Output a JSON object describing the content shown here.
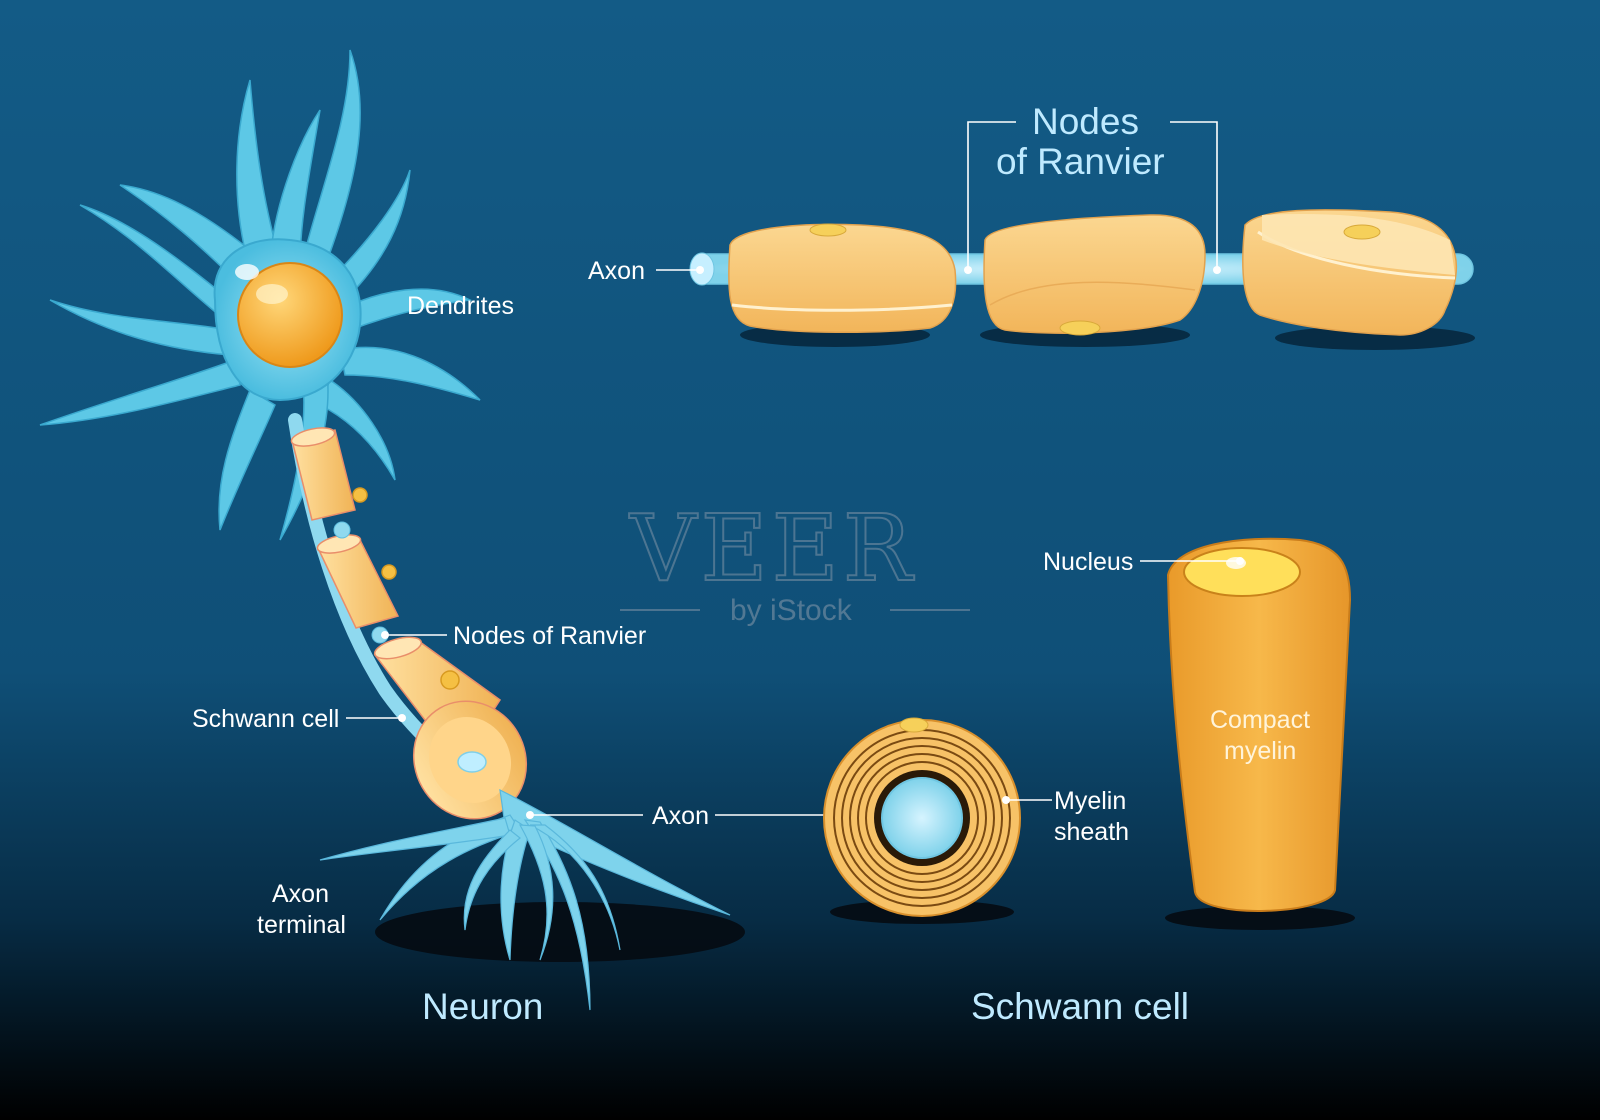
{
  "labels": {
    "dendrites": "Dendrites",
    "nodes_of_ranvier": "Nodes of Ranvier",
    "schwann_cell": "Schwann cell",
    "axon": "Axon",
    "axon_terminal_1": "Axon",
    "axon_terminal_2": "terminal",
    "neuron_title": "Neuron",
    "schwann_title": "Schwann cell",
    "axon_top": "Axon",
    "nodes_top_1": "Nodes",
    "nodes_top_2": "of Ranvier",
    "nucleus": "Nucleus",
    "compact_1": "Compact",
    "compact_2": "myelin",
    "myelin_1": "Myelin",
    "myelin_2": "sheath"
  },
  "watermark": {
    "brand": "VEER",
    "sub": "by iStock"
  },
  "colors": {
    "background_top": "#135b86",
    "background_bottom": "#000000",
    "neuron_blue": "#5dc8e6",
    "myelin_orange": "#f5c46b",
    "nucleus_orange": "#f3a528",
    "label_white": "#ffffff",
    "title_blue": "#bfeaff"
  }
}
